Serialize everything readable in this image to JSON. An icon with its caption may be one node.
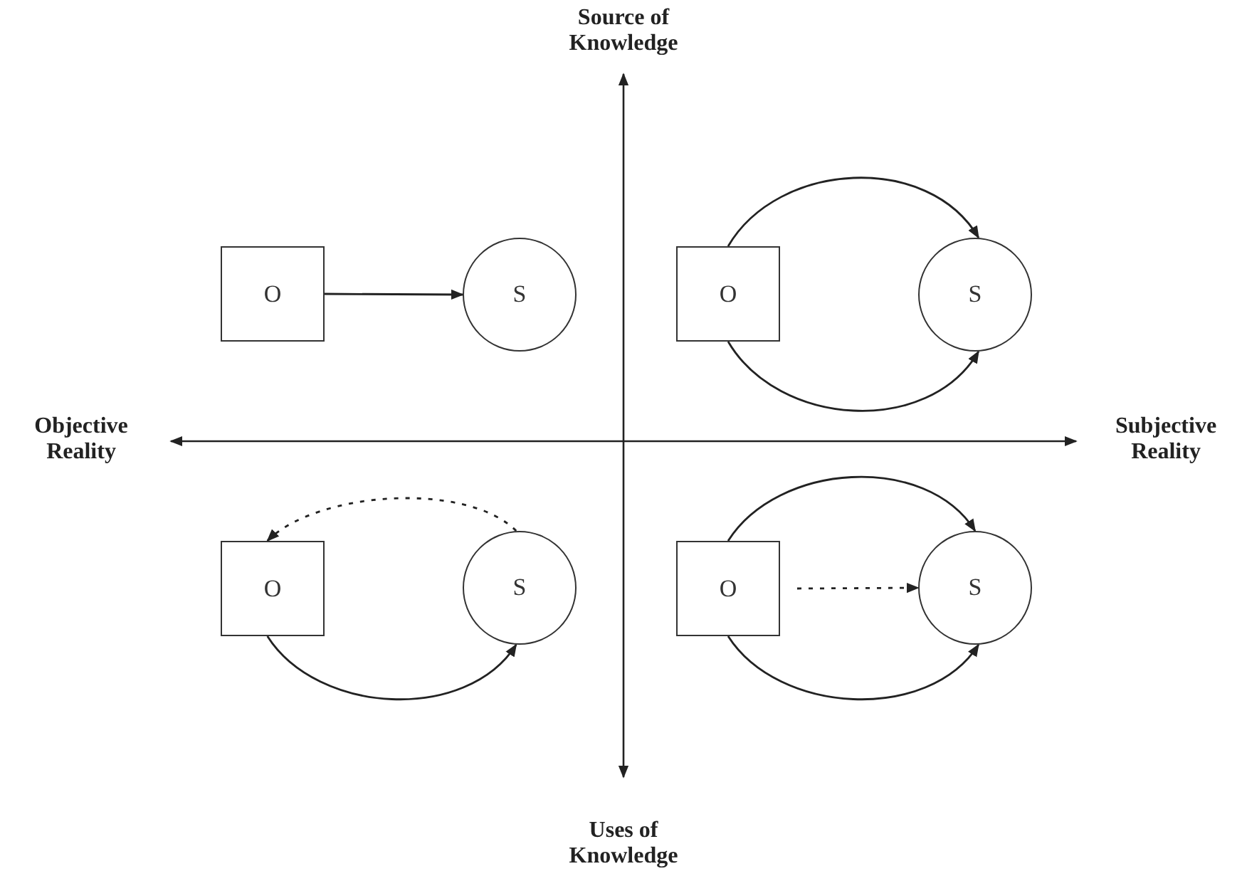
{
  "diagram": {
    "nodes": [
      {
        "text": [
          "O"
        ]
      },
      {
        "text": [
          "S"
        ]
      },
      {
        "text": [
          "O"
        ]
      },
      {
        "text": [
          "S"
        ]
      },
      {
        "text": [
          "O"
        ]
      },
      {
        "text": [
          "S"
        ]
      },
      {
        "text": [
          "O"
        ]
      },
      {
        "text": [
          "S"
        ]
      }
    ],
    "edges": [
      {
        "from": 0,
        "to": 1,
        "arrow": "to"
      },
      {
        "from": 2,
        "to": 3,
        "arrow": "to"
      },
      {
        "from": 2,
        "to": 3,
        "arrow": "to"
      },
      {
        "from": 4,
        "to": 5,
        "arrow": "to"
      },
      {
        "from": 5,
        "to": 4,
        "arrow": "to",
        "style": "dashed"
      },
      {
        "from": 6,
        "to": 7,
        "arrow": "to"
      },
      {
        "from": 6,
        "to": 7,
        "arrow": "to",
        "style": "dashed"
      },
      {
        "from": 6,
        "to": 7,
        "arrow": "to"
      }
    ],
    "labels": [
      "Source of Knowledge",
      "Objective Reality",
      "Subjective Reality",
      "Uses of Knowledge"
    ]
  }
}
